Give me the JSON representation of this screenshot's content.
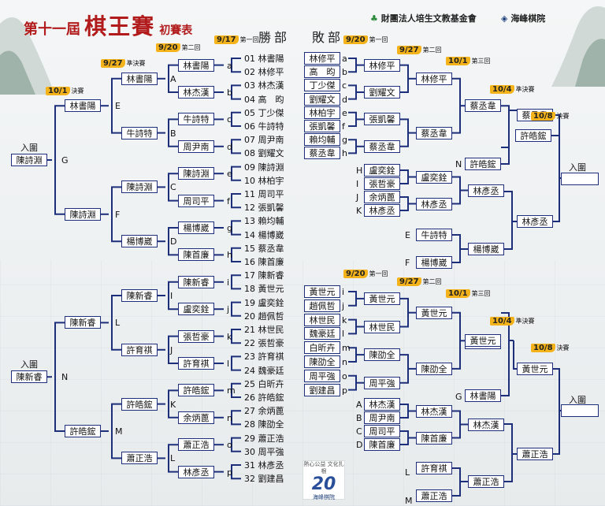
{
  "header": {
    "title_prefix": "第十一屆",
    "title_main": "棋王賽",
    "title_suffix": "初賽表",
    "winners_bracket": "勝部",
    "losers_bracket": "敗部",
    "org1": "財團法人培生文教基金會",
    "org2": "海峰棋院"
  },
  "rounds": {
    "r1": "第一回",
    "r2": "第二回",
    "r3": "第三回",
    "semi": "準決賽",
    "final": "決賽",
    "qual": "入圍"
  },
  "dates": {
    "d917": "9/17",
    "d920": "9/20",
    "d927": "9/27",
    "d101": "10/1",
    "d104": "10/4",
    "d108": "10/8"
  },
  "players": [
    {
      "no": "01",
      "name": "林書陽"
    },
    {
      "no": "02",
      "name": "林修平"
    },
    {
      "no": "03",
      "name": "林杰漢"
    },
    {
      "no": "04",
      "name": "高　昀"
    },
    {
      "no": "05",
      "name": "丁少傑"
    },
    {
      "no": "06",
      "name": "牛詩特"
    },
    {
      "no": "07",
      "name": "周尹南"
    },
    {
      "no": "08",
      "name": "劉耀文"
    },
    {
      "no": "09",
      "name": "陳詩淵"
    },
    {
      "no": "10",
      "name": "林柏宇"
    },
    {
      "no": "11",
      "name": "周司平"
    },
    {
      "no": "12",
      "name": "張凱馨"
    },
    {
      "no": "13",
      "name": "賴均輔"
    },
    {
      "no": "14",
      "name": "楊博崴"
    },
    {
      "no": "15",
      "name": "蔡丞韋"
    },
    {
      "no": "16",
      "name": "陳首廉"
    },
    {
      "no": "17",
      "name": "陳新睿"
    },
    {
      "no": "18",
      "name": "黃世元"
    },
    {
      "no": "19",
      "name": "盧奕銓"
    },
    {
      "no": "20",
      "name": "趙佩哲"
    },
    {
      "no": "21",
      "name": "林世民"
    },
    {
      "no": "22",
      "name": "張哲豪"
    },
    {
      "no": "23",
      "name": "許育祺"
    },
    {
      "no": "24",
      "name": "魏豪廷"
    },
    {
      "no": "25",
      "name": "白昕卉"
    },
    {
      "no": "26",
      "name": "許皓鋐"
    },
    {
      "no": "27",
      "name": "余炳蓖"
    },
    {
      "no": "28",
      "name": "陳劭全"
    },
    {
      "no": "29",
      "name": "蕭正浩"
    },
    {
      "no": "30",
      "name": "周平強"
    },
    {
      "no": "31",
      "name": "林彥丞"
    },
    {
      "no": "32",
      "name": "劉建昌"
    }
  ],
  "match_letters": [
    "a",
    "b",
    "c",
    "d",
    "e",
    "f",
    "g",
    "h",
    "i",
    "j",
    "k",
    "l",
    "m",
    "n",
    "o",
    "p"
  ],
  "section_letters": [
    "A",
    "B",
    "C",
    "D",
    "E",
    "F",
    "G",
    "H",
    "I",
    "J",
    "K",
    "L",
    "M",
    "N"
  ],
  "winners": {
    "r1": [
      "林書陽",
      "林杰漢",
      "牛詩特",
      "周尹南",
      "陳詩淵",
      "周司平",
      "楊博崴",
      "陳首廉",
      "陳新睿",
      "盧奕銓",
      "張哲豪",
      "許育祺",
      "許皓鋐",
      "余炳蓖",
      "蕭正浩",
      "林彥丞"
    ],
    "r2": [
      "林書陽",
      "牛詩特",
      "陳詩淵",
      "楊博崴",
      "陳新睿",
      "許育祺",
      "許皓鋐",
      "蕭正浩"
    ],
    "r3": [
      "林書陽",
      "陳詩淵",
      "陳新睿",
      "許皓鋐"
    ],
    "qual": [
      "陳詩淵",
      "陳新睿"
    ]
  },
  "losers": {
    "r1_top": [
      "林修平",
      "高　昀",
      "丁少傑",
      "劉耀文",
      "林柏宇",
      "張凱馨",
      "賴均輔",
      "蔡丞韋"
    ],
    "r1_top_win": [
      "林修平",
      "劉耀文",
      "張凱馨",
      "蔡丞韋"
    ],
    "r2_top": [
      "林修平",
      "蔡丞韋"
    ],
    "r3_top": "蔡丞韋",
    "top_n": "許皓鋐",
    "top_hk": [
      "盧奕銓",
      "張哲豪",
      "余炳蓖",
      "林彥丞"
    ],
    "top_hk_win": [
      "盧奕銓",
      "林彥丞"
    ],
    "top_hk_r2": "林彥丞",
    "top_ef": [
      "牛詩特",
      "楊博崴"
    ],
    "top_ef_win": "楊博崴",
    "top_semi_a": "林彥丞",
    "top_semi_final": "許皓鋐",
    "r1_bot": [
      "黃世元",
      "趙佩哲",
      "林世民",
      "魏豪廷",
      "白昕卉",
      "陳劭全",
      "周平強",
      "劉建昌"
    ],
    "r1_bot_win": [
      "黃世元",
      "林世民",
      "陳劭全",
      "周平強"
    ],
    "r2_bot": [
      "黃世元",
      "陳劭全"
    ],
    "r3_bot": "黃世元",
    "bot_g": "林書陽",
    "bot_ad": [
      "林杰漢",
      "周尹南",
      "周司平",
      "陳首廉"
    ],
    "bot_ad_win": [
      "林杰漢",
      "陳首廉"
    ],
    "bot_ad_r2": "林杰漢",
    "bot_l": "許育祺",
    "bot_m": "蕭正浩",
    "bot_lm_win": "蕭正浩",
    "bot_semi_a": "黃世元",
    "bot_semi_final": "黃世元"
  },
  "logo": {
    "line1": "熱心公益",
    "line2": "文化扎根",
    "number": "20",
    "sub": "海峰棋院"
  }
}
